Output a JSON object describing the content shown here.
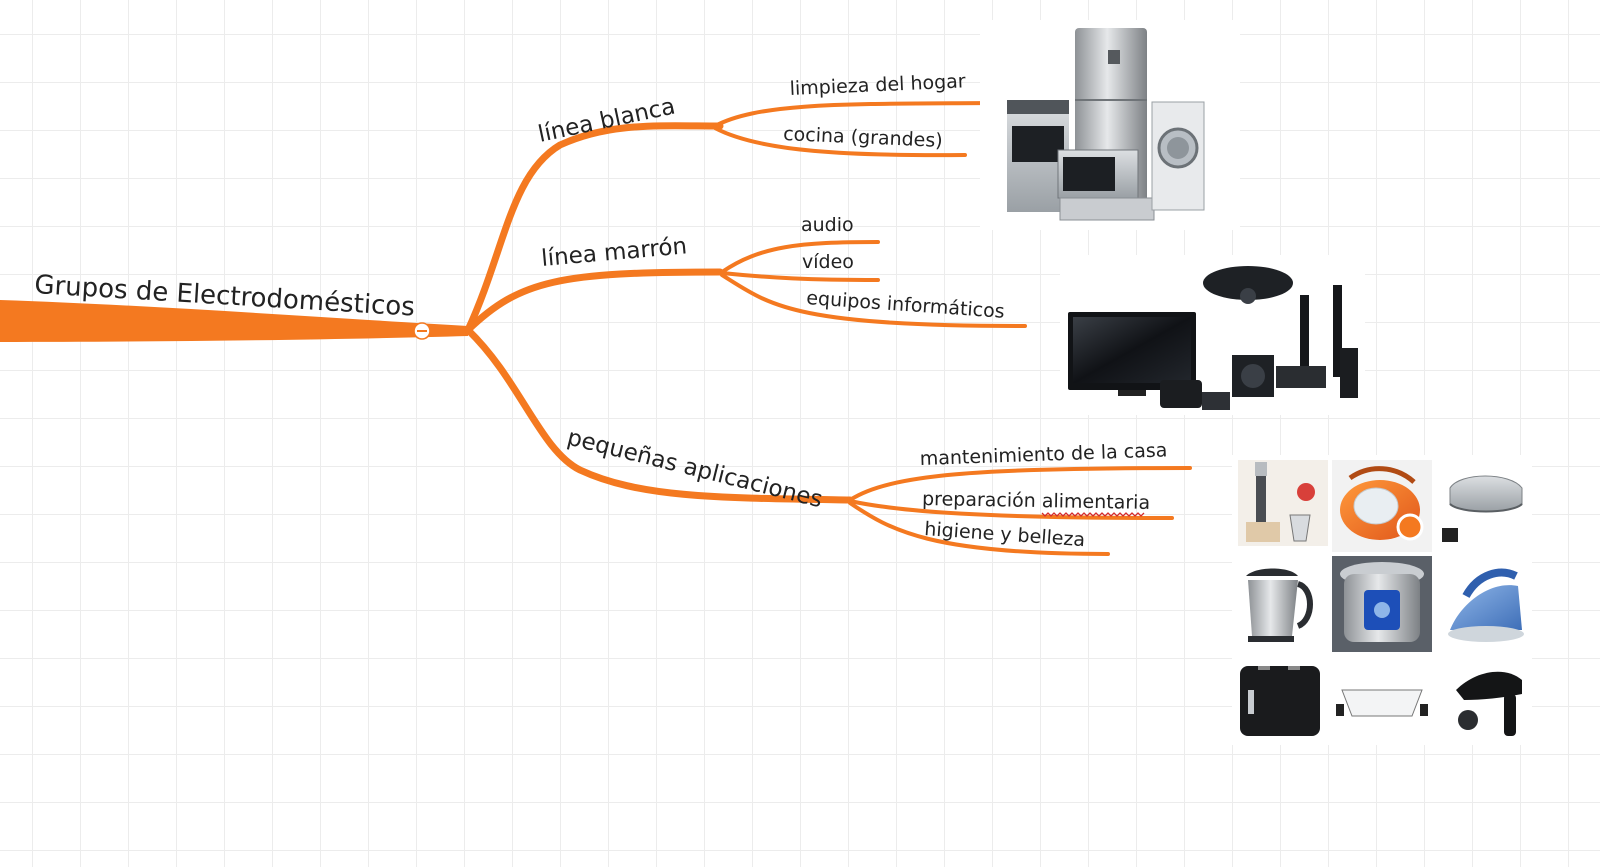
{
  "mindmap": {
    "root": {
      "label": "Grupos de Electrodomésticos"
    },
    "branches": [
      {
        "label": "línea blanca",
        "children": [
          "limpieza del hogar",
          "cocina (grandes)"
        ],
        "image_icon": "major-appliances-photo"
      },
      {
        "label": "línea marrón",
        "children": [
          "audio",
          "vídeo",
          "equipos informáticos"
        ],
        "image_icon": "electronics-photo"
      },
      {
        "label": "pequeñas aplicaciones",
        "children": [
          "mantenimiento de la casa",
          "preparación alimentaria",
          "higiene y belleza"
        ],
        "image_icon": "small-appliances-collage"
      }
    ],
    "small_appliances_grid": [
      "hand-blender-icon",
      "vacuum-cleaner-icon",
      "sandwich-maker-icon",
      "kettle-icon",
      "pressure-cooker-icon",
      "steam-iron-icon",
      "toaster-icon",
      "griddle-icon",
      "hair-dryer-icon"
    ]
  },
  "colors": {
    "branch": "#f47920",
    "text": "#222222",
    "grid": "#ececec",
    "spellcheck_underline": "#d62b2b"
  }
}
